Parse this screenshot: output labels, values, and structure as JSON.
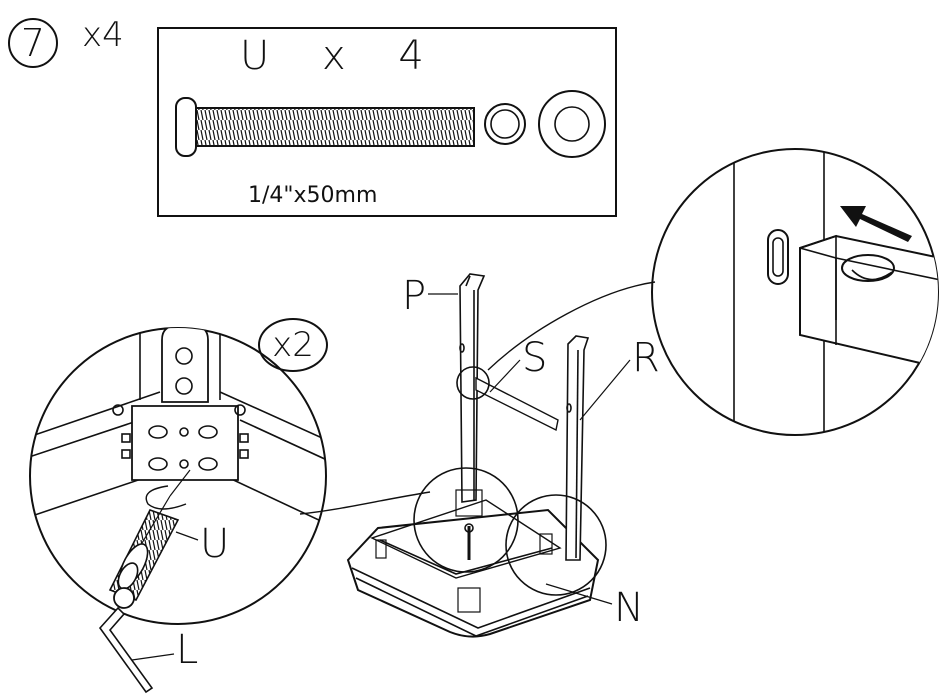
{
  "step": {
    "number": "7",
    "multiplier": "x4"
  },
  "hardware": {
    "title": "U x 4",
    "size": "1/4\"x50mm"
  },
  "detail": {
    "repeat_badge": "x2"
  },
  "labels": {
    "P": "P",
    "S": "S",
    "R": "R",
    "U": "U",
    "L": "L",
    "N": "N"
  }
}
